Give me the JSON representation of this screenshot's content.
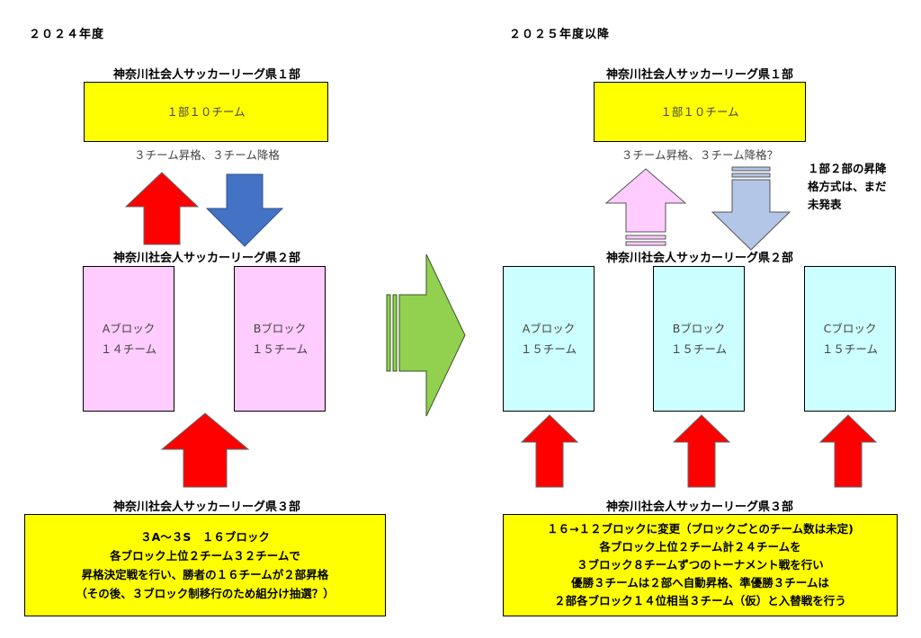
{
  "left": {
    "year": "２０２４年度",
    "league1_title": "神奈川社会人サッカーリーグ県１部",
    "league1_box": "１部１０チーム",
    "league1_note": "３チーム昇格、３チーム降格",
    "league2_title": "神奈川社会人サッカーリーグ県２部",
    "blocks": [
      {
        "name": "Aブロック",
        "teams": "１４チーム"
      },
      {
        "name": "Bブロック",
        "teams": "１５チーム"
      }
    ],
    "league3_title": "神奈川社会人サッカーリーグ県３部",
    "league3_lines": [
      "３A～３S　１６ブロック",
      "各ブロック上位２チーム３２チームで",
      "昇格決定戦を行い、勝者の１６チームが２部昇格",
      "（その後、３ブロック制移行のため組分け抽選？）"
    ]
  },
  "right": {
    "year": "２０２５年度以降",
    "league1_title": "神奈川社会人サッカーリーグ県１部",
    "league1_box": "１部１０チーム",
    "league1_note": "３チーム昇格、３チーム降格？",
    "side_note": [
      "１部２部の昇降",
      "格方式は、まだ",
      "未発表"
    ],
    "league2_title": "神奈川社会人サッカーリーグ県２部",
    "blocks": [
      {
        "name": "Aブロック",
        "teams": "１５チーム"
      },
      {
        "name": "Bブロック",
        "teams": "１５チーム"
      },
      {
        "name": "Cブロック",
        "teams": "１５チーム"
      }
    ],
    "league3_title": "神奈川社会人サッカーリーグ県３部",
    "league3_lines": [
      "１６→１２ブロックに変更（ブロックごとのチーム数は未定)",
      "各ブロック上位２チーム計２４チームを",
      "３ブロック８チームずつのトーナメント戦を行い",
      "優勝３チームは２部へ自動昇格、準優勝３チームは",
      "２部各ブロック１４位相当３チーム（仮）と入替戦を行う"
    ]
  },
  "colors": {
    "yellow": "#ffff00",
    "pink": "#ffccff",
    "cyan": "#ccffff",
    "red_arrow": "#ff0000",
    "blue_arrow": "#4472c4",
    "green_arrow": "#92d050",
    "light_pink_arrow": "#ffccff",
    "light_blue_arrow": "#b4c6e7"
  }
}
